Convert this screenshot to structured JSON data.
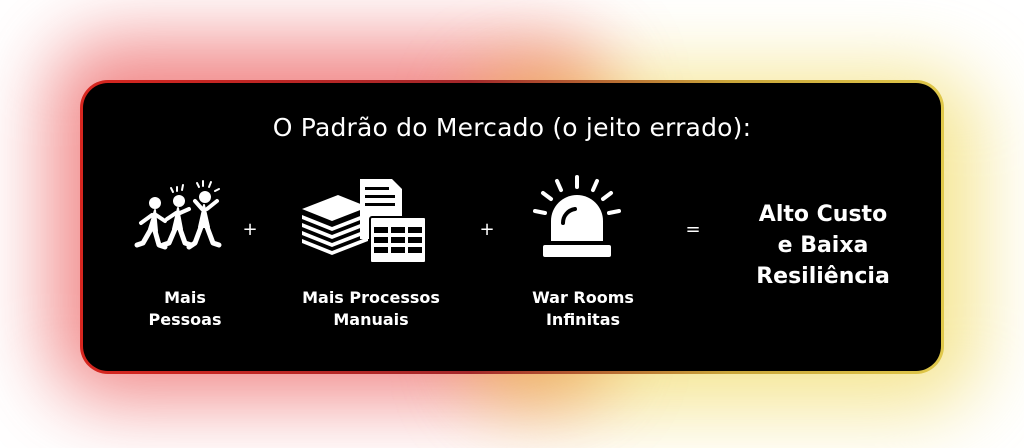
{
  "title": "O Padrão do Mercado (o jeito errado):",
  "items": [
    {
      "icon": "running-people-icon",
      "label_lines": [
        "Mais",
        "Pessoas"
      ]
    },
    {
      "icon": "paper-stack-spreadsheet-icon",
      "label_lines": [
        "Mais Processos",
        "Manuais"
      ]
    },
    {
      "icon": "alarm-siren-icon",
      "label_lines": [
        "War Rooms",
        "Infinitas"
      ]
    }
  ],
  "operators": [
    "+",
    "+",
    "="
  ],
  "result_lines": [
    "Alto Custo",
    "e Baixa",
    "Resiliência"
  ],
  "colors": {
    "card_background": "#000000",
    "text": "#ffffff",
    "border_start": "#d7261f",
    "border_end": "#e0c84a",
    "glow_red": "#e62828",
    "glow_yellow": "#ecd23c"
  }
}
